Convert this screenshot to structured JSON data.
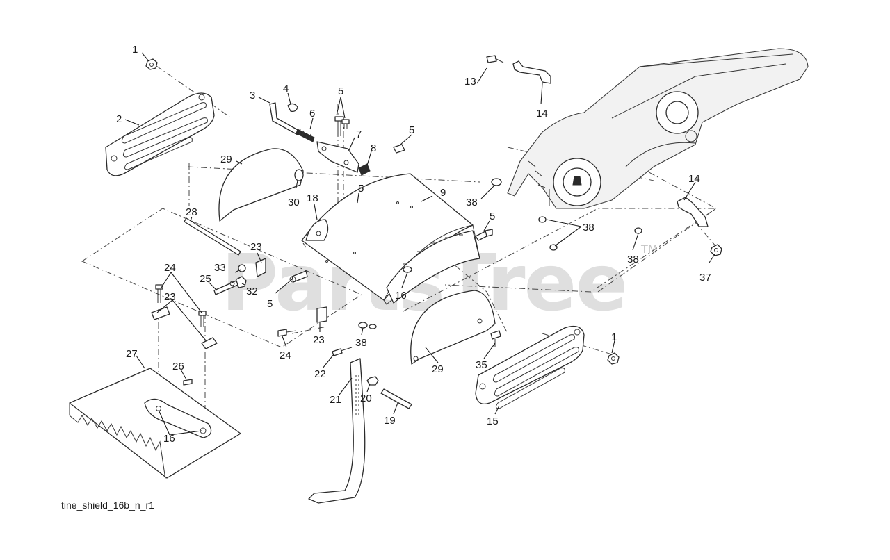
{
  "diagram": {
    "caption": "tine_shield_16b_n_r1",
    "watermark": "PartsTree",
    "trademark": "TM",
    "callouts": {
      "c1a": "1",
      "c1b": "1",
      "c2": "2",
      "c3": "3",
      "c4": "4",
      "c5a": "5",
      "c5b": "5",
      "c5c": "5",
      "c5d": "5",
      "c5e": "5",
      "c6": "6",
      "c7": "7",
      "c8": "8",
      "c9": "9",
      "c13": "13",
      "c14a": "14",
      "c14b": "14",
      "c15": "15",
      "c16a": "16",
      "c16b": "16",
      "c18": "18",
      "c19": "19",
      "c20": "20",
      "c21": "21",
      "c22": "22",
      "c23a": "23",
      "c23b": "23",
      "c23c": "23",
      "c24a": "24",
      "c24b": "24",
      "c25": "25",
      "c26": "26",
      "c27": "27",
      "c28": "28",
      "c29a": "29",
      "c29b": "29",
      "c30": "30",
      "c32": "32",
      "c33": "33",
      "c35": "35",
      "c37": "37",
      "c38a": "38",
      "c38b": "38",
      "c38c": "38",
      "c38d": "38"
    }
  }
}
